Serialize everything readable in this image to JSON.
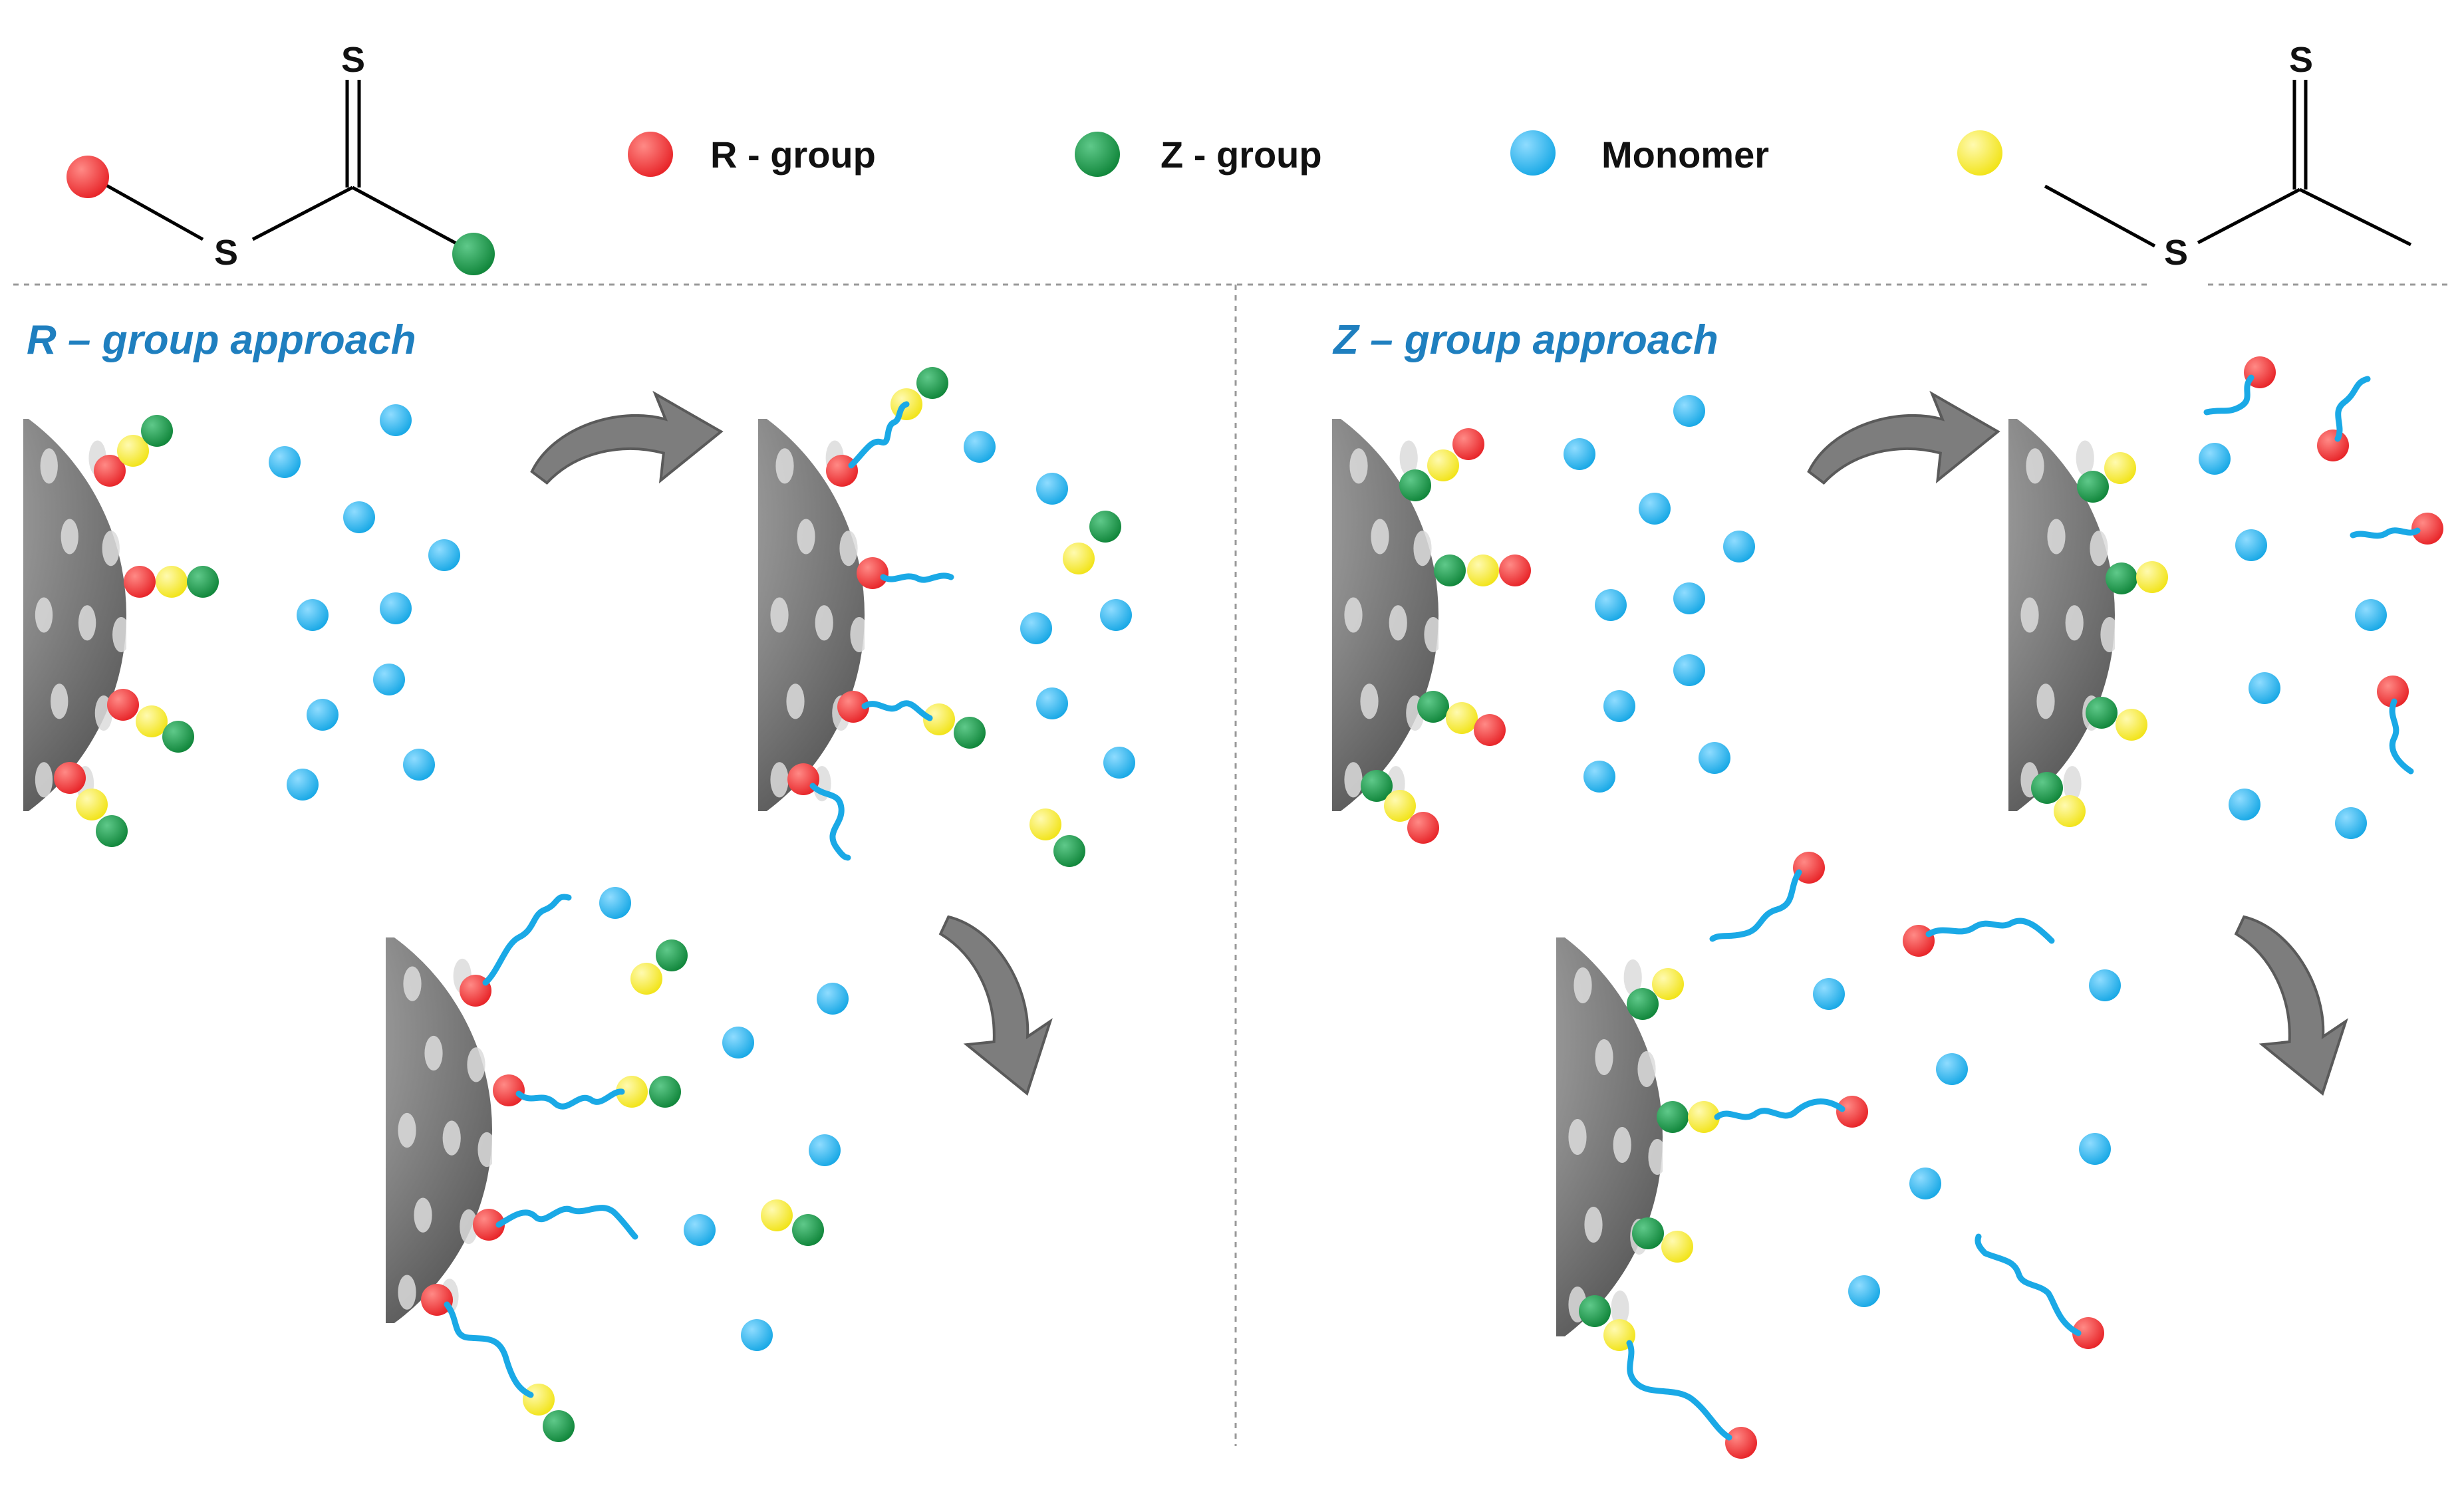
{
  "colors": {
    "r_group": "#e8262a",
    "z_group": "#12873c",
    "monomer": "#1aa9e6",
    "leaving": "#f2e41b",
    "chain": "#1aa9e6",
    "particle": "#8f8f8f",
    "arrow": "#7d7d7d",
    "approach_title": "#1f7fbf"
  },
  "structure_left": {
    "atom_top": "S",
    "atom_bottom": "S"
  },
  "structure_right": {
    "atom_top": "S",
    "atom_bottom": "S"
  },
  "legend": [
    {
      "color": "r_group",
      "label": "R - group"
    },
    {
      "color": "z_group",
      "label": "Z - group"
    },
    {
      "color": "monomer",
      "label": "Monomer"
    },
    {
      "color": "leaving",
      "label": ""
    }
  ],
  "panels": {
    "left": {
      "title": "R – group approach",
      "anchored_group": "R"
    },
    "right": {
      "title": "Z – group approach",
      "anchored_group": "Z"
    }
  },
  "icons": [
    "nanoparticle-icon",
    "curved-arrow-icon",
    "polymer-chain-icon"
  ]
}
